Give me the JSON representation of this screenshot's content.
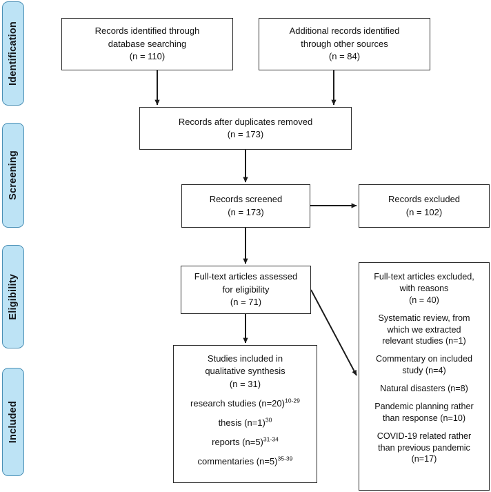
{
  "diagram": {
    "type": "prisma-flow-diagram",
    "colors": {
      "pill_fill": "#bde3f5",
      "pill_border": "#4a8fb5",
      "box_border": "#2b2b2b",
      "text": "#111111",
      "background": "#ffffff"
    },
    "stages": [
      {
        "label": "Identification"
      },
      {
        "label": "Screening"
      },
      {
        "label": "Eligibility"
      },
      {
        "label": "Included"
      }
    ],
    "boxes": {
      "records_identified": {
        "line1": "Records identified through",
        "line2": "database searching",
        "line3": "(n = 110)"
      },
      "additional_records": {
        "line1": "Additional records identified",
        "line2": "through other sources",
        "line3": "(n = 84)"
      },
      "after_duplicates": {
        "line1": "Records after duplicates removed",
        "line2": "(n = 173)"
      },
      "records_screened": {
        "line1": "Records screened",
        "line2": "(n = 173)"
      },
      "records_excluded": {
        "line1": "Records excluded",
        "line2": "(n = 102)"
      },
      "fulltext_assessed": {
        "line1": "Full-text articles assessed",
        "line2": "for eligibility",
        "line3": "(n = 71)"
      },
      "studies_included": {
        "line1": "Studies included in",
        "line2": "qualitative synthesis",
        "line3": "(n = 31)",
        "detail1_text": "research studies (n=20)",
        "detail1_sup": "10-29",
        "detail2_text": "thesis (n=1)",
        "detail2_sup": "30",
        "detail3_text": "reports (n=5)",
        "detail3_sup": "31-34",
        "detail4_text": "commentaries (n=5)",
        "detail4_sup": "35-39"
      },
      "fulltext_excluded": {
        "g1_line1": "Full-text articles excluded,",
        "g1_line2": "with reasons",
        "g1_line3": "(n =  40)",
        "g2_line1": "Systematic review, from",
        "g2_line2": "which we extracted",
        "g2_line3": "relevant studies (n=1)",
        "g3_line1": "Commentary on included",
        "g3_line2": "study (n=4)",
        "g4_line1": "Natural disasters (n=8)",
        "g5_line1": "Pandemic planning rather",
        "g5_line2": "than response (n=10)",
        "g6_line1": "COVID-19 related rather",
        "g6_line2": "than previous pandemic",
        "g6_line3": "(n=17)"
      }
    }
  }
}
